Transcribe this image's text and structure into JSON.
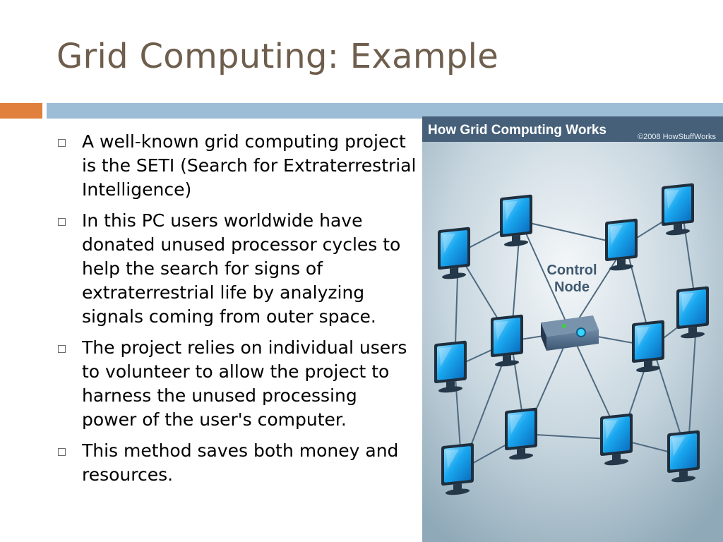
{
  "slide": {
    "title": "Grid Computing: Example",
    "bullets": [
      {
        "text": "A well-known grid computing project is the SETI (Search for Extraterrestrial Intelligence)"
      },
      {
        "text": "In this PC users worldwide have donated unused processor cycles to help the search for signs of extraterrestrial life by analyzing signals coming from outer space."
      },
      {
        "text": "The project relies on individual users to volunteer to allow the project to harness the unused processing power of the user's computer."
      },
      {
        "text": "This method saves both money and resources."
      }
    ]
  },
  "figure": {
    "header": "How Grid Computing Works",
    "copyright": "©2008 HowStuffWorks",
    "center_label_line1": "Control",
    "center_label_line2": "Node"
  },
  "colors": {
    "title": "#6f5e4d",
    "accent_orange": "#e0803c",
    "accent_blue": "#9dbcd6",
    "monitor_screen": "#19a6ee",
    "background_figure": "#b5cad6"
  }
}
